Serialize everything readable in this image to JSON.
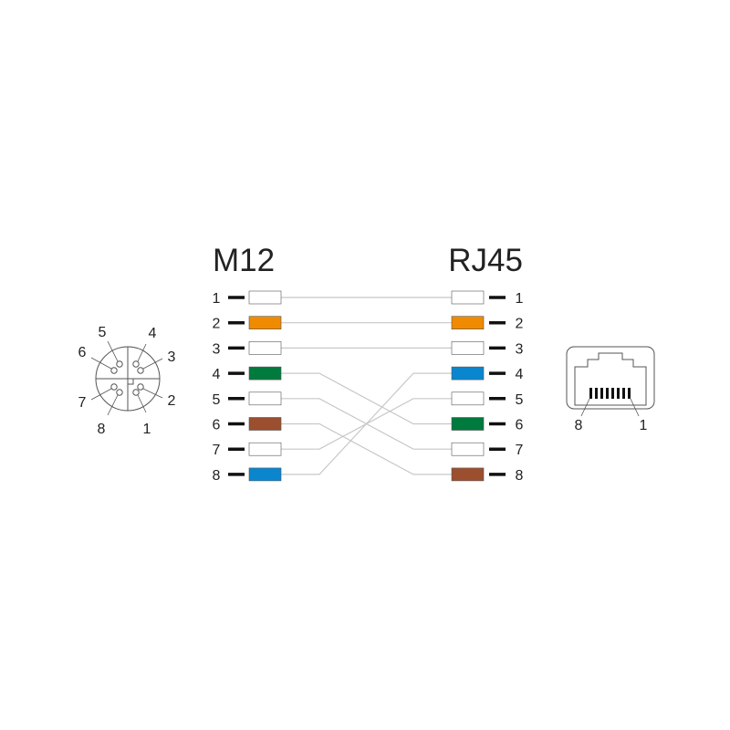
{
  "left_connector": {
    "title": "M12",
    "pins": [
      {
        "pin": "1",
        "color": "#ffffff"
      },
      {
        "pin": "2",
        "color": "#f08a00"
      },
      {
        "pin": "3",
        "color": "#ffffff"
      },
      {
        "pin": "4",
        "color": "#007a3d"
      },
      {
        "pin": "5",
        "color": "#ffffff"
      },
      {
        "pin": "6",
        "color": "#9b4f2e"
      },
      {
        "pin": "7",
        "color": "#ffffff"
      },
      {
        "pin": "8",
        "color": "#0a86cf"
      }
    ],
    "face_labels": [
      "1",
      "2",
      "3",
      "4",
      "5",
      "6",
      "7",
      "8"
    ]
  },
  "right_connector": {
    "title": "RJ45",
    "pins": [
      {
        "pin": "1",
        "color": "#ffffff"
      },
      {
        "pin": "2",
        "color": "#f08a00"
      },
      {
        "pin": "3",
        "color": "#ffffff"
      },
      {
        "pin": "4",
        "color": "#0a86cf"
      },
      {
        "pin": "5",
        "color": "#ffffff"
      },
      {
        "pin": "6",
        "color": "#007a3d"
      },
      {
        "pin": "7",
        "color": "#ffffff"
      },
      {
        "pin": "8",
        "color": "#9b4f2e"
      }
    ],
    "face_labels": {
      "left": "8",
      "right": "1"
    }
  },
  "wiring": [
    {
      "from": "1",
      "to": "1"
    },
    {
      "from": "2",
      "to": "2"
    },
    {
      "from": "3",
      "to": "3"
    },
    {
      "from": "4",
      "to": "6"
    },
    {
      "from": "5",
      "to": "7"
    },
    {
      "from": "6",
      "to": "8"
    },
    {
      "from": "7",
      "to": "5"
    },
    {
      "from": "8",
      "to": "4"
    }
  ],
  "colors": {
    "wire": "#c8c8c8",
    "outline": "#555555",
    "stub": "#111111"
  }
}
